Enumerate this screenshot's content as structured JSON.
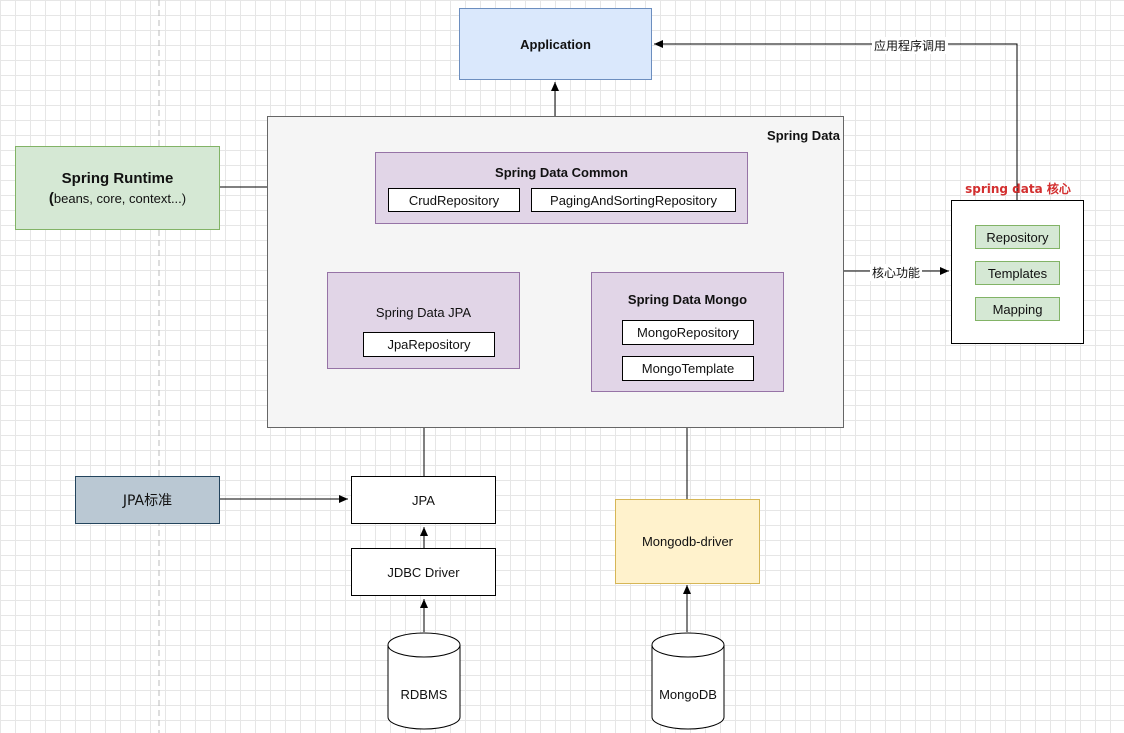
{
  "application": "Application",
  "spring_data": {
    "title": "Spring Data",
    "common": {
      "title": "Spring Data Common",
      "items": [
        "CrudRepository",
        "PagingAndSortingRepository"
      ]
    },
    "jpa": {
      "title": "Spring Data JPA",
      "items": [
        "JpaRepository"
      ]
    },
    "mongo": {
      "title": "Spring Data Mongo",
      "items": [
        "MongoRepository",
        "MongoTemplate"
      ]
    }
  },
  "runtime": {
    "title": "Spring Runtime",
    "subtitle_paren": "(",
    "subtitle": "beans, core, context...)"
  },
  "core_panel": {
    "title": "spring data 核心",
    "items": [
      "Repository",
      "Templates",
      "Mapping"
    ],
    "title_color": "#d32f2f"
  },
  "labels": {
    "app_call": "应用程序调用",
    "core_func": "核心功能"
  },
  "jpa_std": "JPA标准",
  "jpa": "JPA",
  "jdbc": "JDBC Driver",
  "rdbms": "RDBMS",
  "mongo_driver": "Mongodb-driver",
  "mongodb": "MongoDB",
  "colors": {
    "app_fill": "#dae8fc",
    "app_stroke": "#6c8ebf",
    "purple_fill": "#e1d5e7",
    "purple_stroke": "#9673a6",
    "green_fill": "#d5e8d4",
    "green_stroke": "#82b366",
    "yellow_fill": "#fff2cc",
    "yellow_stroke": "#d6b656",
    "gray_fill": "#bac8d3",
    "gray_stroke": "#23445d"
  }
}
